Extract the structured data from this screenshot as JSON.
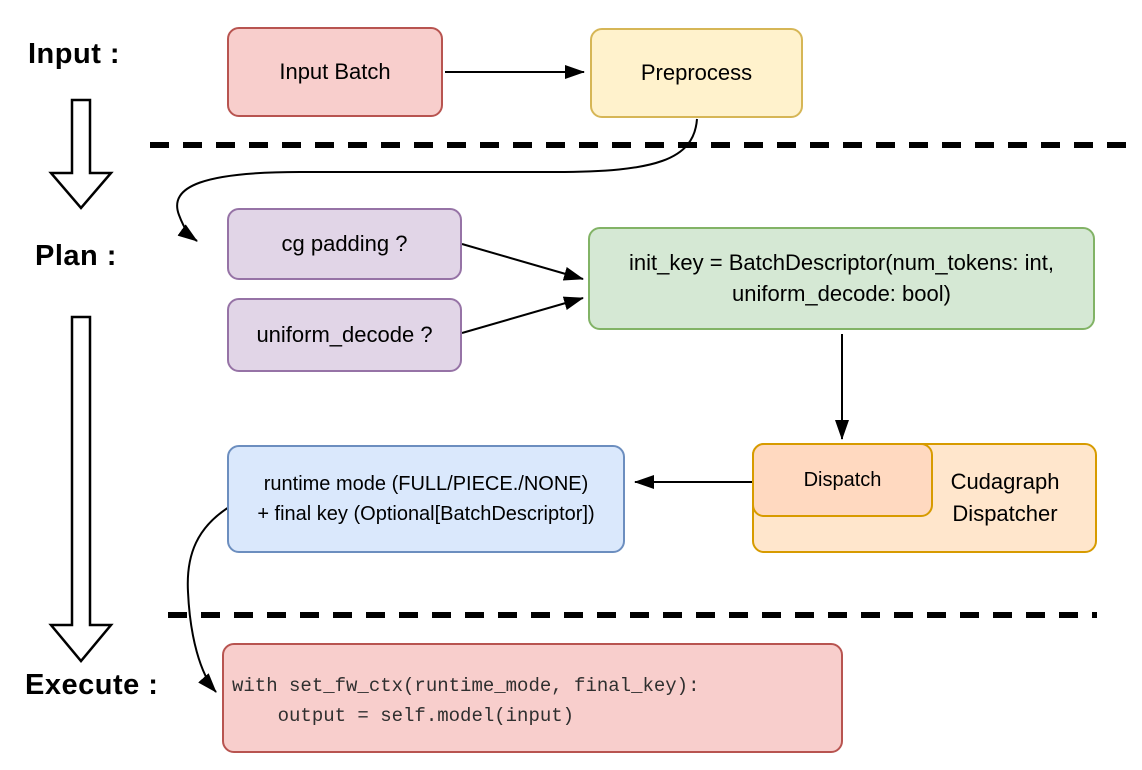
{
  "stages": {
    "input_label": "Input :",
    "plan_label": "Plan :",
    "execute_label": "Execute :"
  },
  "nodes": {
    "input_batch": {
      "label": "Input Batch",
      "fill": "#f8cecc",
      "stroke": "#b85450"
    },
    "preprocess": {
      "label": "Preprocess",
      "fill": "#fff2cc",
      "stroke": "#d6b656"
    },
    "cg_padding": {
      "label": "cg padding ?",
      "fill": "#e1d5e7",
      "stroke": "#9673a6"
    },
    "uniform_decode": {
      "label": "uniform_decode ?",
      "fill": "#e1d5e7",
      "stroke": "#9673a6"
    },
    "init_key": {
      "line1": "init_key = BatchDescriptor(num_tokens: int,",
      "line2": "uniform_decode: bool)",
      "fill": "#d5e8d4",
      "stroke": "#82b366"
    },
    "runtime_mode": {
      "line1": "runtime mode (FULL/PIECE./NONE)",
      "line2": "+ final key (Optional[BatchDescriptor])",
      "fill": "#dae8fc",
      "stroke": "#6c8ebf"
    },
    "dispatch": {
      "label": "Dispatch",
      "fill": "#ffd9c0",
      "stroke": "#d79b00"
    },
    "cudagraph_dispatcher": {
      "line1": "Cudagraph",
      "line2": "Dispatcher",
      "fill": "#ffe6cc",
      "stroke": "#d79b00"
    },
    "execute_code": {
      "line1": "with set_fw_ctx(runtime_mode, final_key):",
      "line2": "    output = self.model(input)",
      "fill": "#f8cecc",
      "stroke": "#b85450"
    }
  },
  "connector_color": "#000000",
  "divider_color": "#000000"
}
